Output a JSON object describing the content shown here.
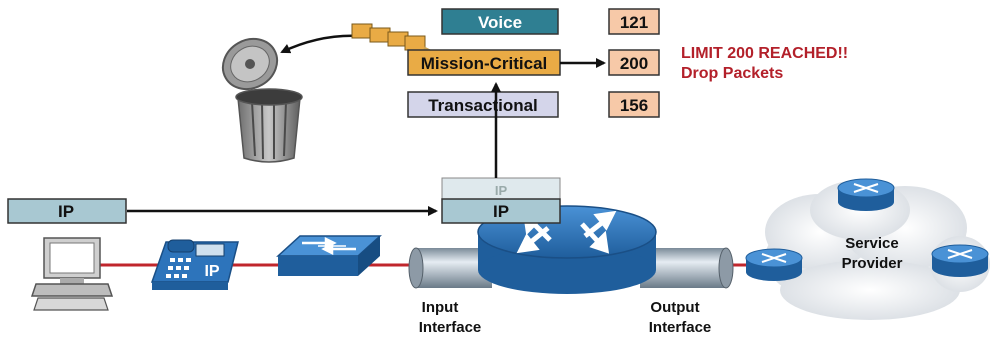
{
  "queues": [
    {
      "name": "Voice",
      "count": "121"
    },
    {
      "name": "Mission-Critical",
      "count": "200"
    },
    {
      "name": "Transactional",
      "count": "156"
    }
  ],
  "alert": {
    "line1": "LIMIT 200 REACHED!!",
    "line2": "Drop Packets"
  },
  "packet_labels": {
    "incoming": "IP",
    "router": "IP",
    "router_behind": "IP",
    "phone": "IP"
  },
  "interfaces": {
    "input_line1": "Input",
    "input_line2": "Interface",
    "output_line1": "Output",
    "output_line2": "Interface"
  },
  "cloud": {
    "line1": "Service",
    "line2": "Provider"
  },
  "colors": {
    "voice": "#2f7f92",
    "mission": "#e9ab45",
    "transactional": "#d4d5ea",
    "counter": "#f7c9a8",
    "packet": "#a8c8d2",
    "alert": "#b3202a",
    "router": "#2d74bb",
    "link": "#c0262c"
  }
}
